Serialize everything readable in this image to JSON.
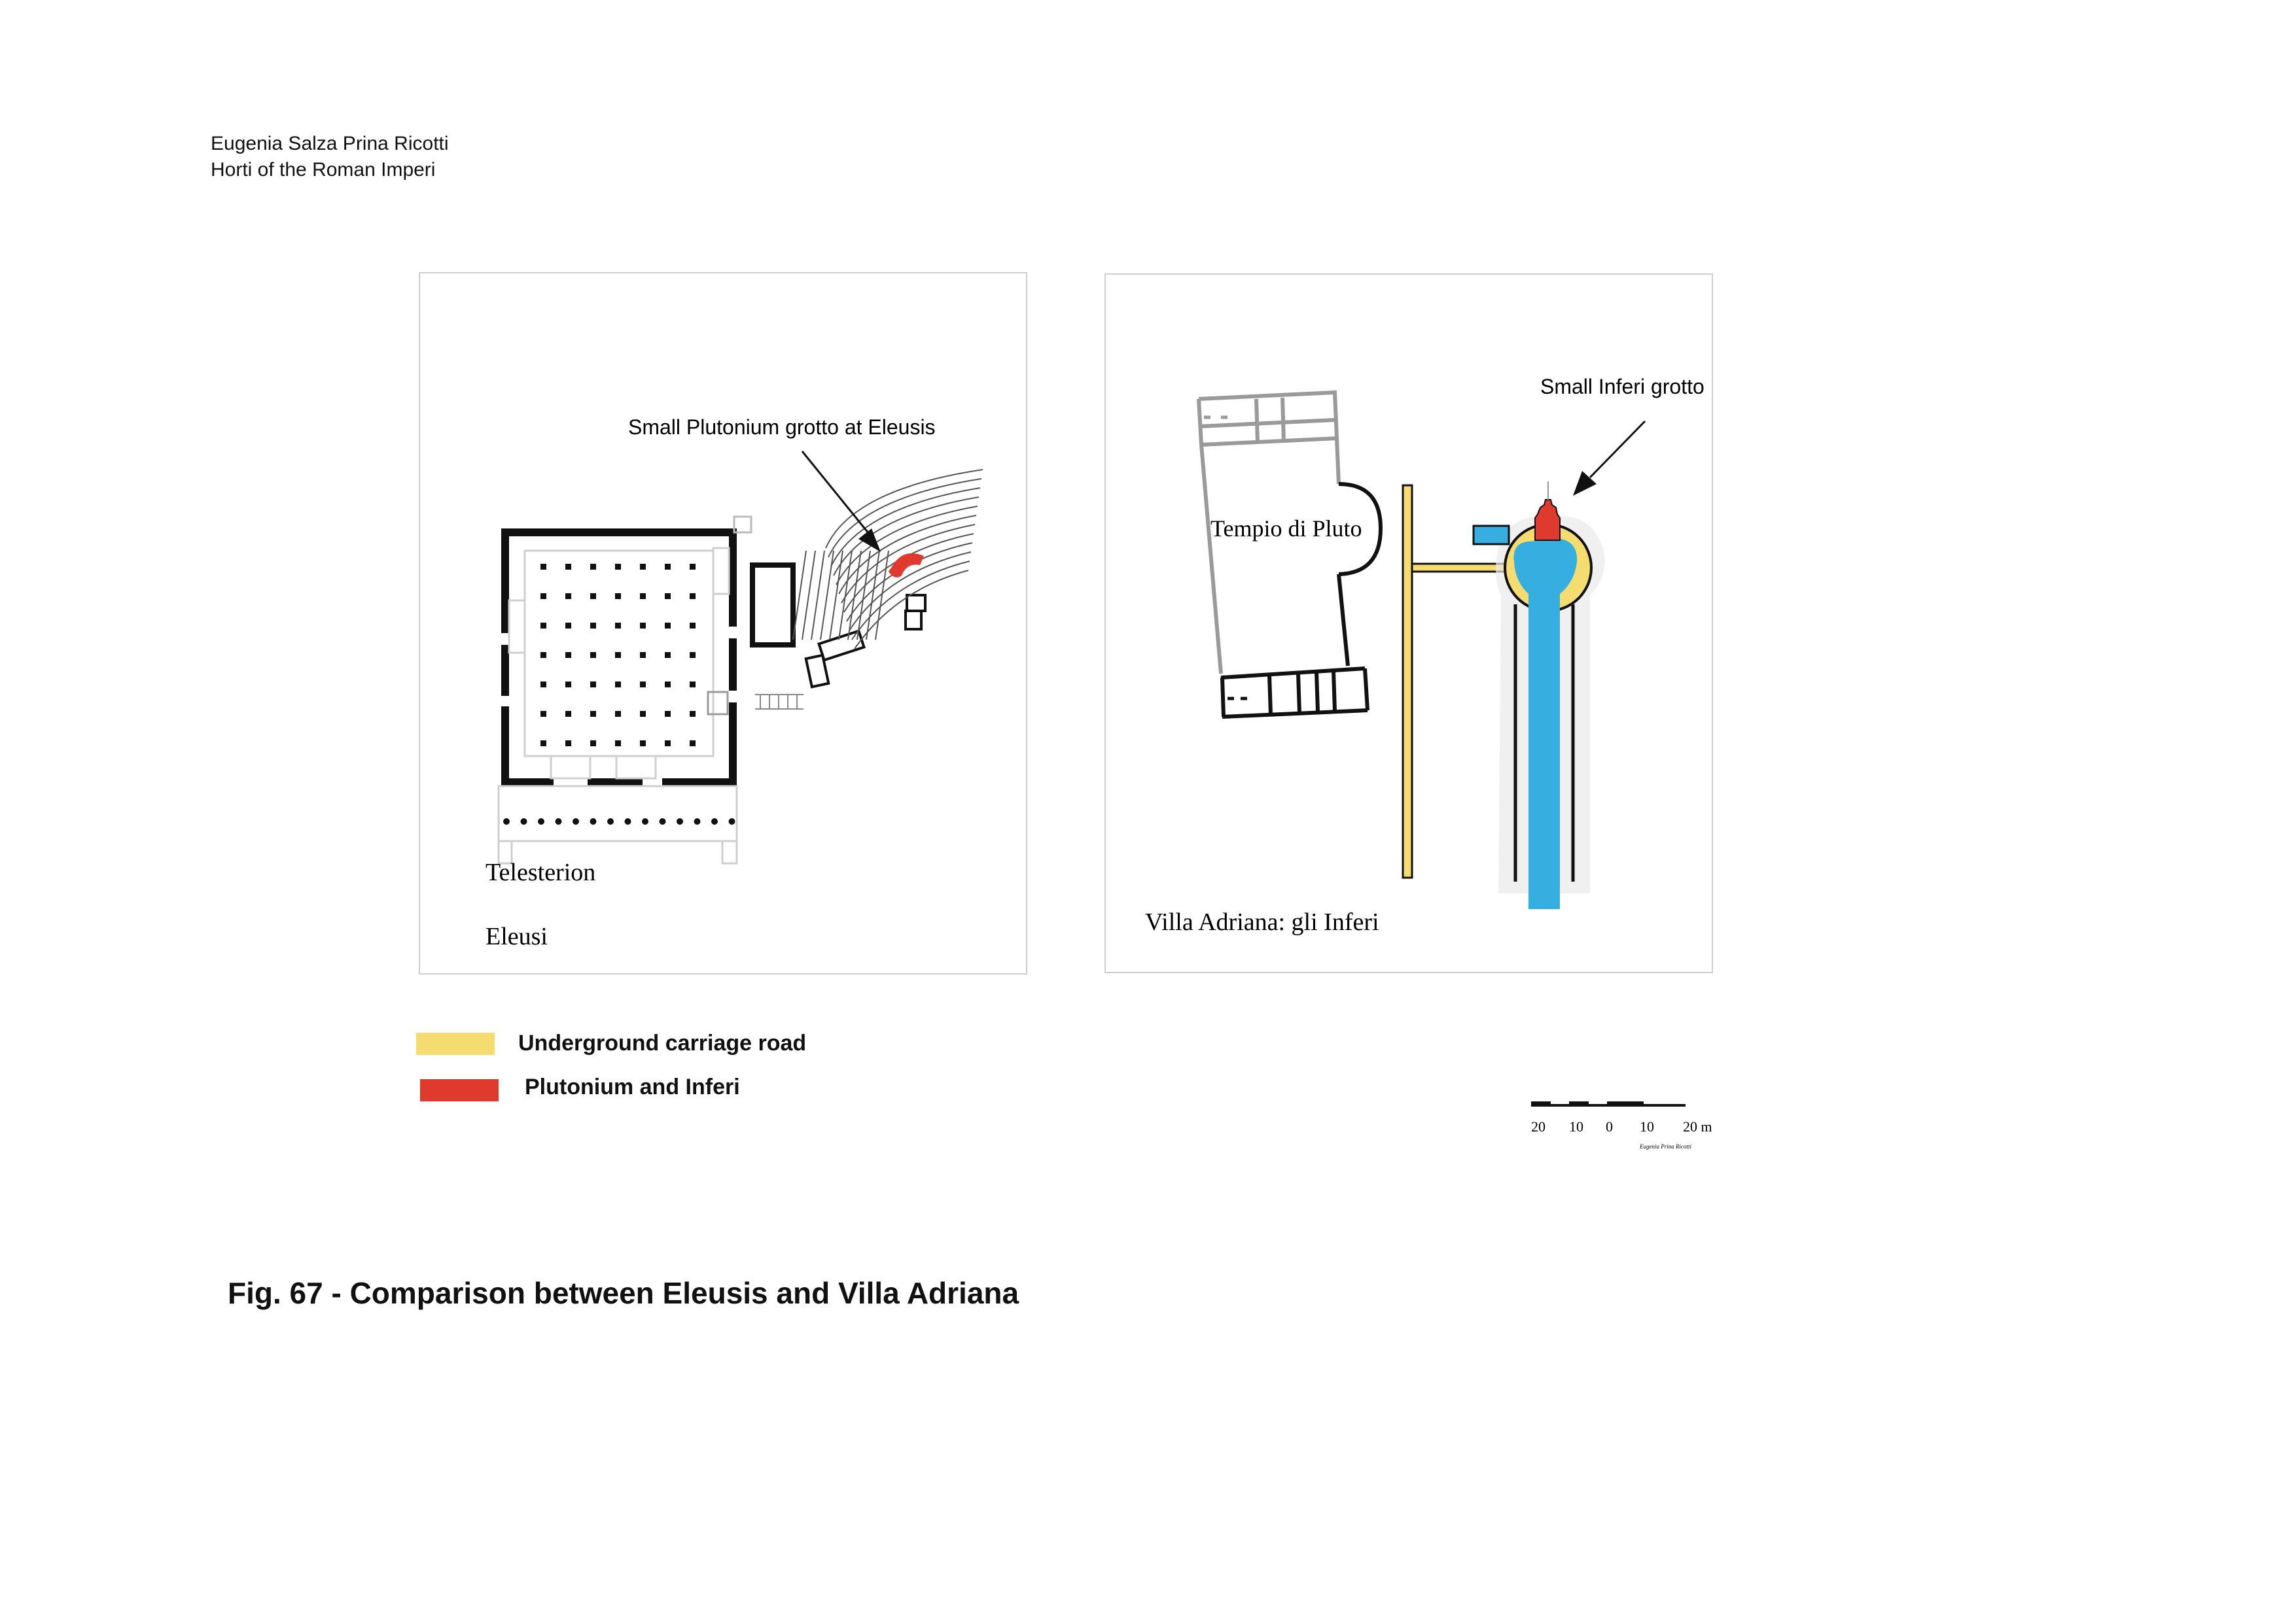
{
  "header": {
    "author": "Eugenia Salza Prina Ricotti",
    "book": "Horti of the Roman Imperi"
  },
  "left_panel": {
    "arrow_label": "Small Plutonium grotto at Eleusis",
    "building_label": "Telesterion",
    "site_label": "Eleusi"
  },
  "right_panel": {
    "arrow_label": "Small Inferi grotto",
    "temple_label": "Tempio di Pluto",
    "site_label": "Villa Adriana: gli Inferi"
  },
  "legend": [
    {
      "label": "Underground carriage road",
      "color": "#f5dc70",
      "icon": "yellow-swatch"
    },
    {
      "label": "Plutonium and Inferi",
      "color": "#e03a2f",
      "icon": "red-swatch"
    }
  ],
  "scale": {
    "ticks": [
      "20",
      "10",
      "0",
      "10",
      "20 m"
    ],
    "credit": "Eugenia Prina Ricotti"
  },
  "caption": "Fig. 67 - Comparison between Eleusis and Villa Adriana",
  "colors": {
    "plutonium_red": "#e03a2f",
    "water_blue": "#36afe0",
    "road_yellow": "#f5dc70",
    "wall_gray": "#9a9a9a",
    "panel_border": "#cfcfcf"
  }
}
